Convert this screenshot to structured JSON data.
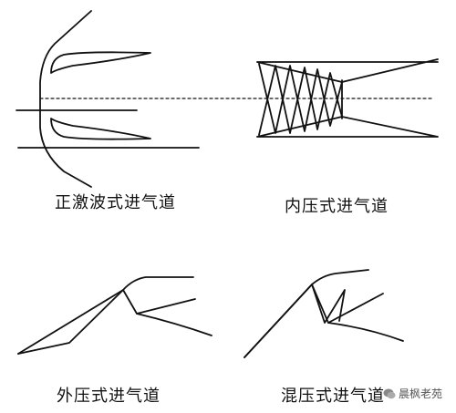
{
  "captions": {
    "normal_shock": "正激波式进气道",
    "internal_compression": "内压式进气道",
    "external_compression": "外压式进气道",
    "mixed_compression": "混压式进气道"
  },
  "watermark": {
    "icon": "wechat-bubble-icon",
    "text": "晨枫老苑"
  },
  "colors": {
    "line": "#111111",
    "background": "#ffffff"
  }
}
